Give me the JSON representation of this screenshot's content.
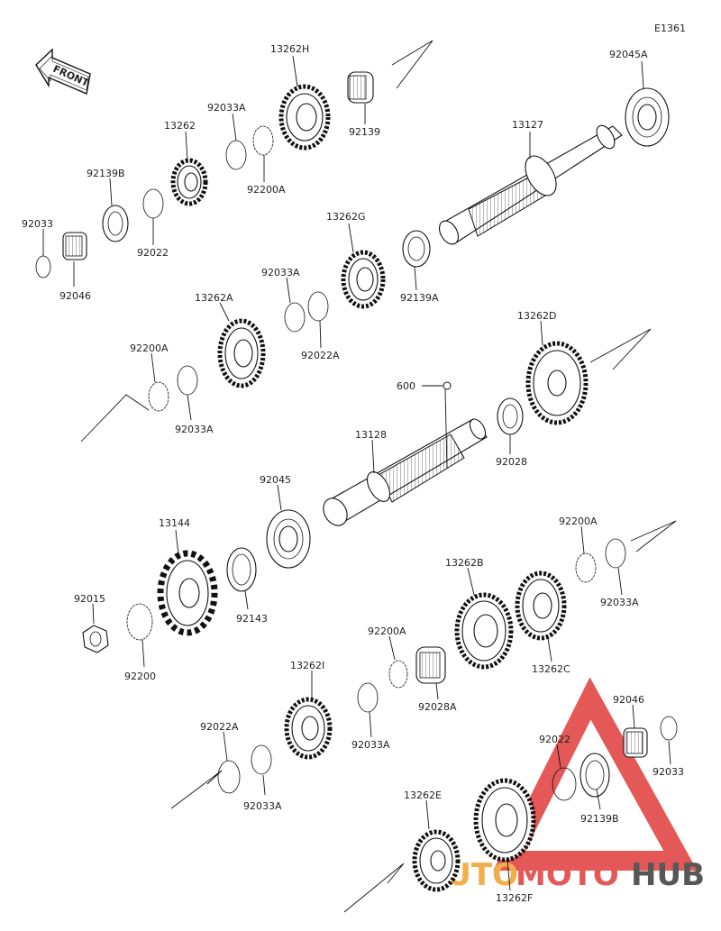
{
  "diagram": {
    "ref_code": "E1361",
    "front_arrow_label": "FRONT",
    "watermark": {
      "part1": "AUTO",
      "part2": "MOTO",
      "part3": "HUB",
      "color_red": "#e03b3b",
      "color_orange": "#f0a02a",
      "color_dark": "#3a3a3a"
    },
    "parts": [
      {
        "id": "p_13262H",
        "label": "13262H"
      },
      {
        "id": "p_92139_top",
        "label": "92139"
      },
      {
        "id": "p_92045A",
        "label": "92045A"
      },
      {
        "id": "p_92033A_1",
        "label": "92033A"
      },
      {
        "id": "p_13262",
        "label": "13262"
      },
      {
        "id": "p_92200A_1",
        "label": "92200A"
      },
      {
        "id": "p_13127",
        "label": "13127"
      },
      {
        "id": "p_92139B_1",
        "label": "92139B"
      },
      {
        "id": "p_92033_1",
        "label": "92033"
      },
      {
        "id": "p_92022",
        "label": "92022"
      },
      {
        "id": "p_92046_1",
        "label": "92046"
      },
      {
        "id": "p_13262G",
        "label": "13262G"
      },
      {
        "id": "p_92139A",
        "label": "92139A"
      },
      {
        "id": "p_92033A_2",
        "label": "92033A"
      },
      {
        "id": "p_13262A",
        "label": "13262A"
      },
      {
        "id": "p_92022A_1",
        "label": "92022A"
      },
      {
        "id": "p_13262D",
        "label": "13262D"
      },
      {
        "id": "p_92200A_2",
        "label": "92200A"
      },
      {
        "id": "p_600",
        "label": "600"
      },
      {
        "id": "p_92033A_3",
        "label": "92033A"
      },
      {
        "id": "p_13128",
        "label": "13128"
      },
      {
        "id": "p_92028",
        "label": "92028"
      },
      {
        "id": "p_92045",
        "label": "92045"
      },
      {
        "id": "p_13144",
        "label": "13144"
      },
      {
        "id": "p_92200A_3",
        "label": "92200A"
      },
      {
        "id": "p_92143",
        "label": "92143"
      },
      {
        "id": "p_92015",
        "label": "92015"
      },
      {
        "id": "p_13262B",
        "label": "13262B"
      },
      {
        "id": "p_92033A_4",
        "label": "92033A"
      },
      {
        "id": "p_92200",
        "label": "92200"
      },
      {
        "id": "p_13262C",
        "label": "13262C"
      },
      {
        "id": "p_92200A_4",
        "label": "92200A"
      },
      {
        "id": "p_13262I",
        "label": "13262I"
      },
      {
        "id": "p_92028A",
        "label": "92028A"
      },
      {
        "id": "p_92046_2",
        "label": "92046"
      },
      {
        "id": "p_92022A_2",
        "label": "92022A"
      },
      {
        "id": "p_92033A_5",
        "label": "92033A"
      },
      {
        "id": "p_92022_2",
        "label": "92022"
      },
      {
        "id": "p_92033_2",
        "label": "92033"
      },
      {
        "id": "p_92033A_6",
        "label": "92033A"
      },
      {
        "id": "p_13262E",
        "label": "13262E"
      },
      {
        "id": "p_92139B_2",
        "label": "92139B"
      },
      {
        "id": "p_13262F",
        "label": "13262F"
      }
    ]
  }
}
